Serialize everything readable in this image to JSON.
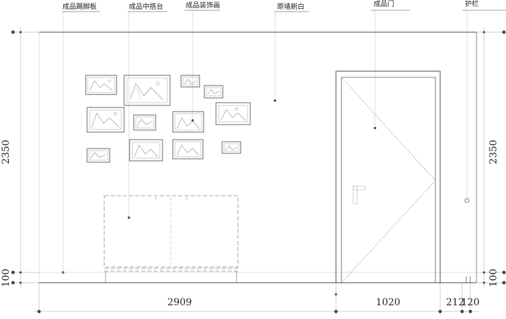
{
  "labels": {
    "baseboard": "成品踢脚板",
    "cabinet": "成品中搭台",
    "painting": "成品装饰画",
    "wall": "原墙刷白",
    "door": "成品门",
    "railing": "护栏"
  },
  "dimensions": {
    "left_height": "2350",
    "left_base": "100",
    "right_height": "2350",
    "right_base": "100",
    "width_main": "2909",
    "width_door": "1020",
    "width_gap1": "212",
    "width_gap2": "120"
  },
  "colors": {
    "line": "#555555",
    "thin": "#aaaaaa",
    "dot": "#444444"
  }
}
